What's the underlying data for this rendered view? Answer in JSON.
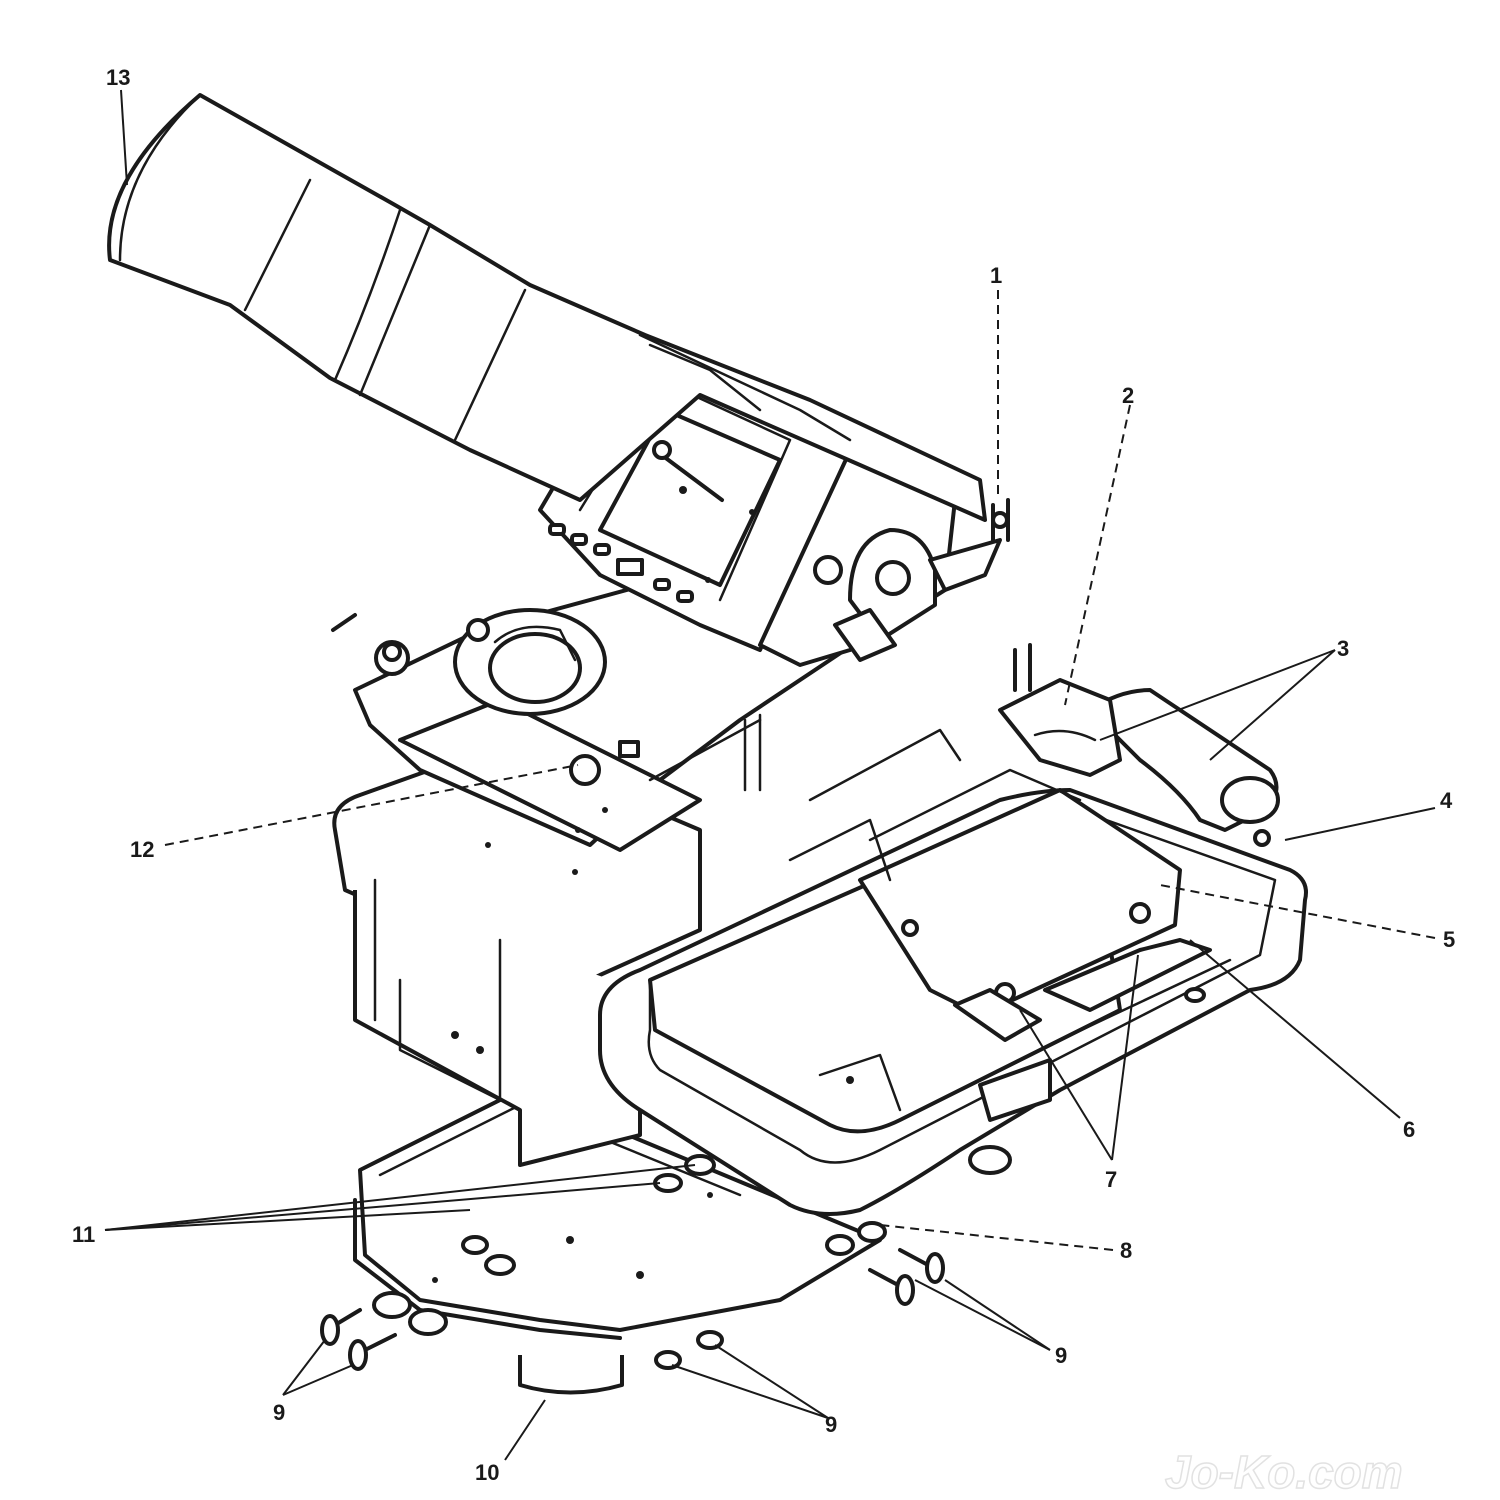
{
  "diagram": {
    "callouts": [
      {
        "id": "c1",
        "label": "1"
      },
      {
        "id": "c2",
        "label": "2"
      },
      {
        "id": "c3",
        "label": "3"
      },
      {
        "id": "c4",
        "label": "4"
      },
      {
        "id": "c5",
        "label": "5"
      },
      {
        "id": "c6",
        "label": "6"
      },
      {
        "id": "c7",
        "label": "7"
      },
      {
        "id": "c8",
        "label": "8"
      },
      {
        "id": "c9a",
        "label": "9"
      },
      {
        "id": "c9b",
        "label": "9"
      },
      {
        "id": "c9c",
        "label": "9"
      },
      {
        "id": "c10",
        "label": "10"
      },
      {
        "id": "c11",
        "label": "11"
      },
      {
        "id": "c12",
        "label": "12"
      },
      {
        "id": "c13",
        "label": "13"
      }
    ]
  }
}
